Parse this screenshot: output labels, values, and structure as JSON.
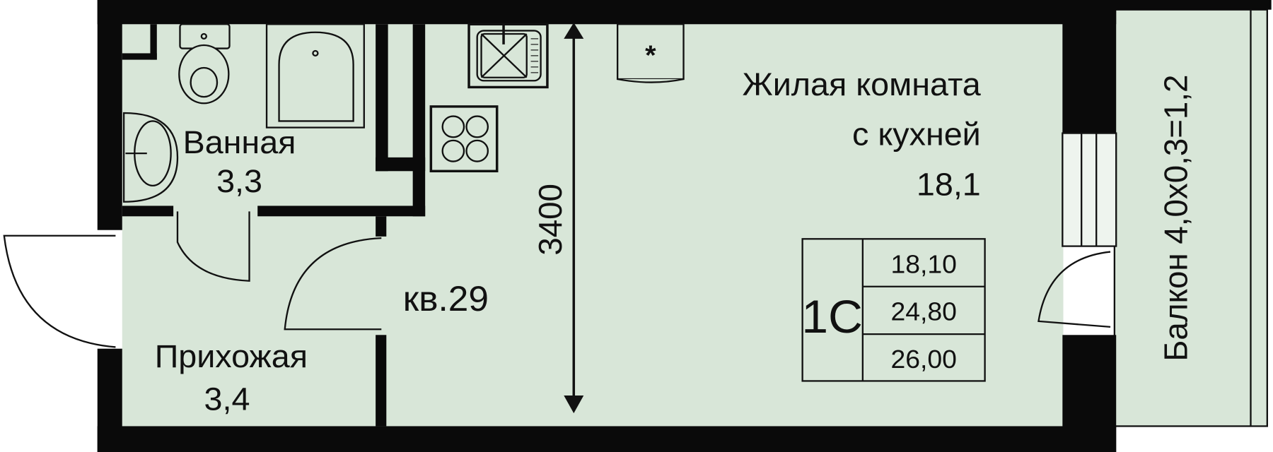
{
  "apartment": {
    "number_label": "кв.29",
    "type_label": "1С"
  },
  "rooms": [
    {
      "name": "Ванная",
      "area": "3,3"
    },
    {
      "name": "Прихожая",
      "area": "3,4"
    },
    {
      "name_line1": "Жилая комната",
      "name_line2": "с кухней",
      "area": "18,1"
    }
  ],
  "balcony": {
    "label": "Балкон 4,0х0,3=1,2"
  },
  "dimension": {
    "label": "3400"
  },
  "area_table": {
    "living": "18,10",
    "total": "24,80",
    "total_with_balcony": "26,00"
  },
  "colors": {
    "floor": "#d8e6d8",
    "wall": "#0a0a0a"
  }
}
